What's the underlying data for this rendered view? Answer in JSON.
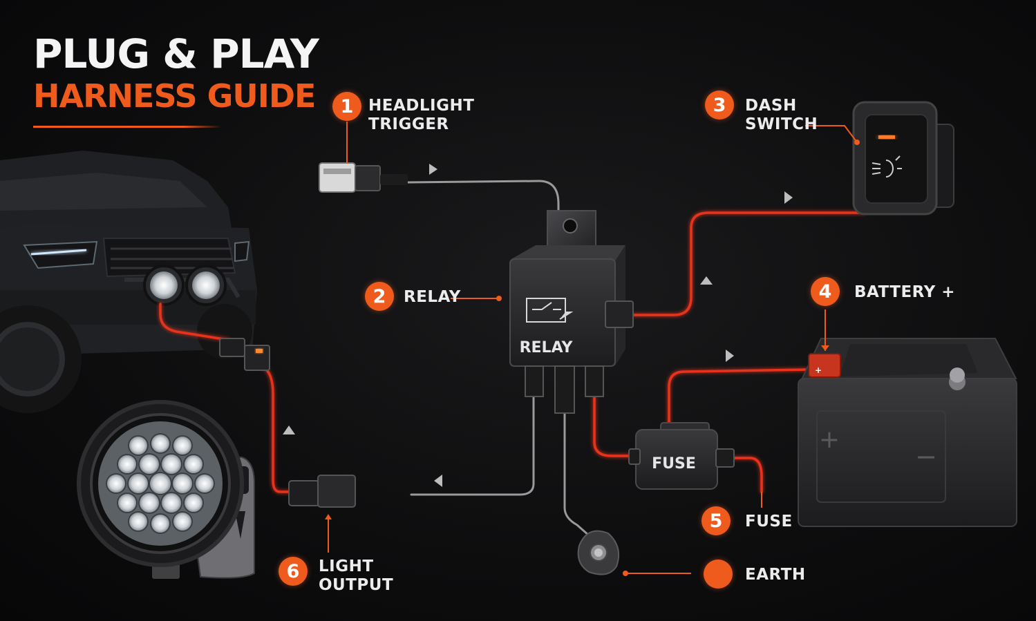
{
  "title": {
    "line1": "PLUG & PLAY",
    "line2": "HARNESS GUIDE"
  },
  "colors": {
    "accent": "#ef5b1c",
    "live_wire": "#e8331f",
    "signal_wire": "#9a9a9a",
    "background": "#0d0d0e"
  },
  "callouts": [
    {
      "id": "headlight-trigger",
      "number": "1",
      "line1": "HEADLIGHT",
      "line2": "TRIGGER"
    },
    {
      "id": "relay",
      "number": "2",
      "line1": "RELAY",
      "line2": ""
    },
    {
      "id": "dash-switch",
      "number": "3",
      "line1": "DASH",
      "line2": "SWITCH"
    },
    {
      "id": "battery",
      "number": "4",
      "line1": "BATTERY +",
      "line2": ""
    },
    {
      "id": "fuse",
      "number": "5",
      "line1": "FUSE",
      "line2": ""
    },
    {
      "id": "light-output",
      "number": "6",
      "line1": "LIGHT",
      "line2": "OUTPUT"
    },
    {
      "id": "earth",
      "number": "",
      "line1": "EARTH",
      "line2": ""
    }
  ],
  "components": {
    "relay_label": "RELAY",
    "fuse_label": "FUSE",
    "battery_plus": "+",
    "battery_minus": "−",
    "terminal_plus": "+"
  },
  "icons": [
    "truck-icon",
    "led-spotlight-icon",
    "relay-icon",
    "rocker-switch-icon",
    "battery-icon",
    "fuse-holder-icon",
    "earth-ring-terminal-icon",
    "connector-plug-icon",
    "flow-arrow-icon"
  ]
}
